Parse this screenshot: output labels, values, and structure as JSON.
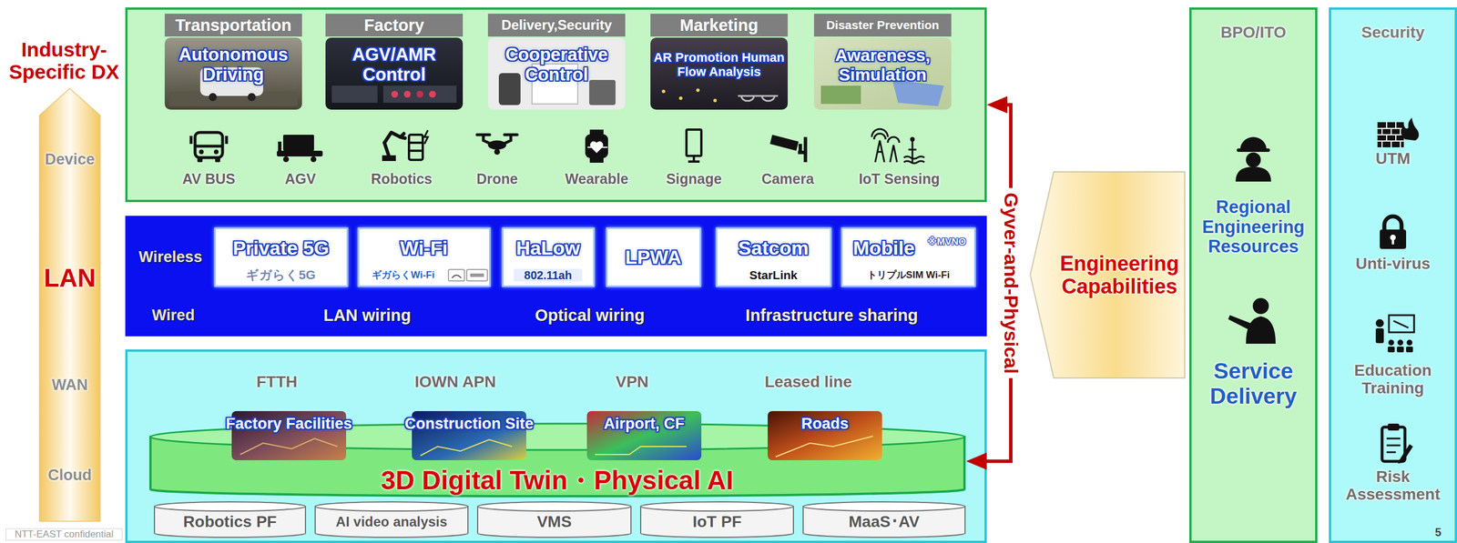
{
  "diagram": {
    "nodes": [
      {
        "text": [
          "Device",
          "LAN",
          "WAN",
          "Cloud"
        ]
      },
      {
        "text": [
          "Industry-Specific DX"
        ]
      },
      {
        "text": [
          "Transportation",
          "Autonomous Driving"
        ],
        "in": 1
      },
      {
        "text": [
          "Factory",
          "AGV/AMR Control"
        ],
        "in": 1
      },
      {
        "text": [
          "Delivery,Security",
          "Cooperative Control"
        ],
        "in": 1
      },
      {
        "text": [
          "Marketing",
          "AR Promotion Human Flow Analysis"
        ],
        "in": 1
      },
      {
        "text": [
          "Disaster Prevention",
          "Awareness, Simulation"
        ],
        "in": 1
      },
      {
        "text": [
          "Wireless",
          "Wired",
          "LAN wiring",
          "Optical wiring",
          "Infrastructure sharing"
        ]
      },
      {
        "text": [
          "Private 5G",
          "ギガらく5G"
        ],
        "in": 7
      },
      {
        "text": [
          "Wi-Fi",
          "ギガらくWi-Fi"
        ],
        "in": 7
      },
      {
        "text": [
          "HaLow",
          "802.11ah"
        ],
        "in": 7
      },
      {
        "text": [
          "LPWA"
        ],
        "in": 7
      },
      {
        "text": [
          "Satcom",
          "StarLink"
        ],
        "in": 7
      },
      {
        "text": [
          "Mobile",
          "※MVNO",
          "トリプルSIM Wi-Fi"
        ],
        "in": 7
      },
      {
        "text": [
          "FTTH",
          "IOWN APN",
          "VPN",
          "Leased line"
        ]
      },
      {
        "text": [
          "Factory Facilities"
        ],
        "in": 14
      },
      {
        "text": [
          "Construction Site"
        ],
        "in": 14
      },
      {
        "text": [
          "Airport, CF"
        ],
        "in": 14
      },
      {
        "text": [
          "Roads"
        ],
        "in": 14
      },
      {
        "text": [
          "3D Digital Twin・Physical AI"
        ],
        "in": 14
      },
      {
        "text": [
          "Robotics PF"
        ],
        "in": 14
      },
      {
        "text": [
          "AI video analysis"
        ],
        "in": 14
      },
      {
        "text": [
          "VMS"
        ],
        "in": 14
      },
      {
        "text": [
          "IoT PF"
        ],
        "in": 14
      },
      {
        "text": [
          "MaaS･AV"
        ],
        "in": 14
      },
      {
        "text": [
          "Engineering Capabilities"
        ]
      },
      {
        "text": [
          "BPO/ITO",
          "Regional Engineering Resources",
          "Service Delivery"
        ]
      },
      {
        "text": [
          "Security",
          "UTM",
          "Unti-virus",
          "Education Training",
          "Risk Assessment"
        ]
      }
    ],
    "edges": [
      {
        "from": 1,
        "to": 19,
        "arrow": "both",
        "label": "Gyver-and-Physical"
      }
    ],
    "labels": [
      "AV BUS",
      "AGV",
      "Robotics",
      "Drone",
      "Wearable",
      "Signage",
      "Camera",
      "IoT Sensing",
      "5",
      "NTT-EAST confidential"
    ]
  }
}
